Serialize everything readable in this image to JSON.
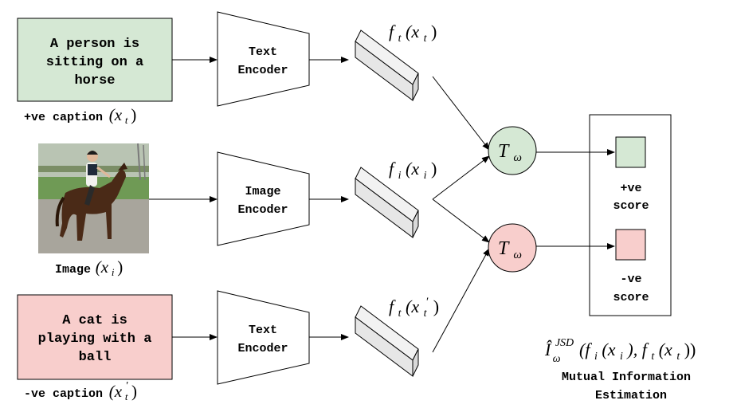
{
  "captions": {
    "positive": {
      "lines": [
        "A person is",
        "sitting on a",
        "horse"
      ],
      "label": "+ve caption",
      "label_var": "(x",
      "label_sub": "t",
      "label_close": ")",
      "fill": "#d5e8d4"
    },
    "negative": {
      "lines": [
        "A cat is",
        "playing with a",
        "ball"
      ],
      "label": "-ve caption",
      "label_var": "(x",
      "label_sub": "t",
      "label_prime": "′",
      "label_close": ")",
      "fill": "#f8cecc"
    }
  },
  "image": {
    "label": "Image",
    "label_var": "(x",
    "label_sub": "i",
    "label_close": ")"
  },
  "encoders": {
    "text_top": [
      "Text",
      "Encoder"
    ],
    "image": [
      "Image",
      "Encoder"
    ],
    "text_bottom": [
      "Text",
      "Encoder"
    ]
  },
  "features": {
    "top": {
      "f": "f",
      "fsub": "t",
      "open": "(x",
      "sub": "t",
      "close": ")"
    },
    "middle": {
      "f": "f",
      "fsub": "i",
      "open": "(x",
      "sub": "i",
      "close": ")"
    },
    "bottom": {
      "f": "f",
      "fsub": "t",
      "open": "(x",
      "sub": "t",
      "prime": "′",
      "close": ")"
    }
  },
  "critics": {
    "positive": {
      "symbol": "T",
      "sub": "ω",
      "fill": "#d5e8d4"
    },
    "negative": {
      "symbol": "T",
      "sub": "ω",
      "fill": "#f8cecc"
    }
  },
  "scores": {
    "positive": {
      "lines": [
        "+ve",
        "score"
      ],
      "fill": "#d5e8d4"
    },
    "negative": {
      "lines": [
        "-ve",
        "score"
      ],
      "fill": "#f8cecc"
    }
  },
  "estimator": {
    "hat": "Î",
    "sub": "ω",
    "sup": "JSD",
    "args": "(f",
    "arg1sub": "i",
    "arg1": "(x",
    "arg1sub2": "i",
    "mid": "), f",
    "arg2sub": "t",
    "arg2": "(x",
    "arg2sub2": "t",
    "end": "))",
    "caption": [
      "Mutual Information",
      "Estimation"
    ]
  }
}
